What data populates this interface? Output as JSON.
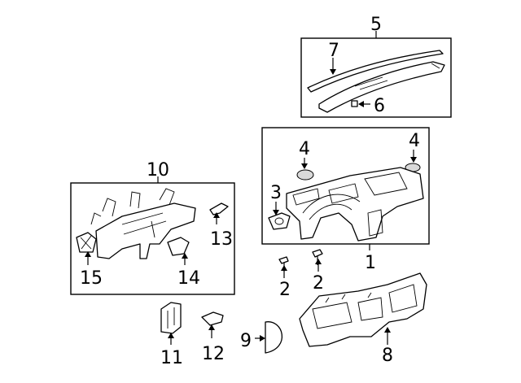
{
  "callouts": {
    "c1": "1",
    "c2a": "2",
    "c2b": "2",
    "c3": "3",
    "c4a": "4",
    "c4b": "4",
    "c5": "5",
    "c6": "6",
    "c7": "7",
    "c8": "8",
    "c9": "9",
    "c10": "10",
    "c11": "11",
    "c12": "12",
    "c13": "13",
    "c14": "14",
    "c15": "15"
  }
}
